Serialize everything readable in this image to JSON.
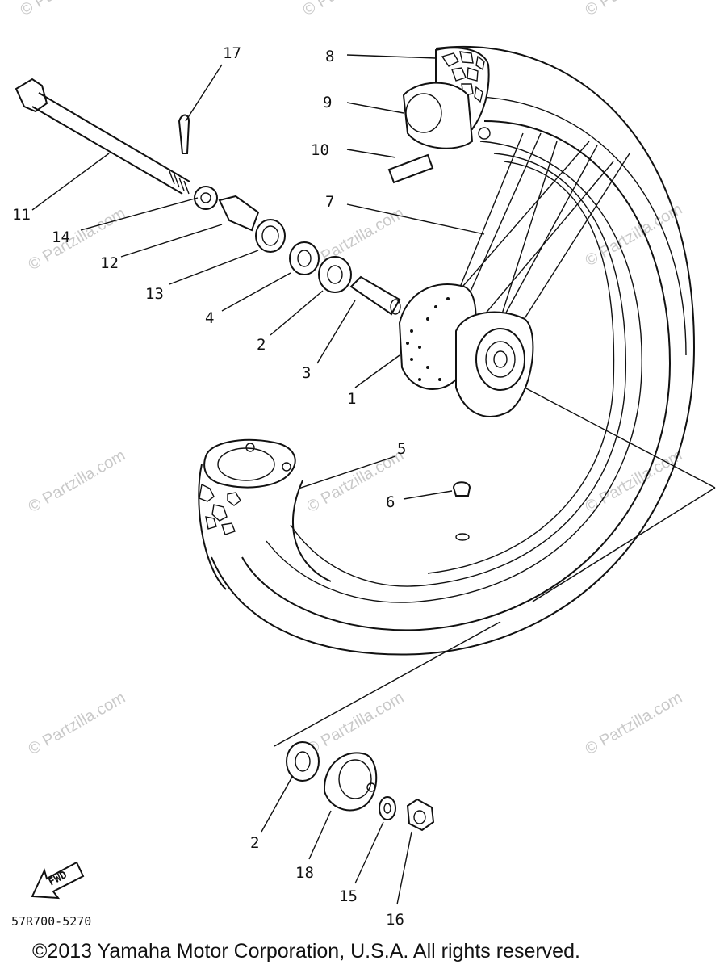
{
  "diagram": {
    "callouts": {
      "p1": "1",
      "p2a": "2",
      "p2b": "2",
      "p3": "3",
      "p4": "4",
      "p5": "5",
      "p6": "6",
      "p7": "7",
      "p8": "8",
      "p9": "9",
      "p10": "10",
      "p11": "11",
      "p12": "12",
      "p13": "13",
      "p14": "14",
      "p15": "15",
      "p16": "16",
      "p17": "17",
      "p18": "18"
    },
    "fwd_label": "FWD",
    "drawing_code": "57R700-5270",
    "watermark": "© Partzilla.com",
    "copyright": "©2013  Yamaha Motor Corporation, U.S.A. All rights reserved."
  }
}
